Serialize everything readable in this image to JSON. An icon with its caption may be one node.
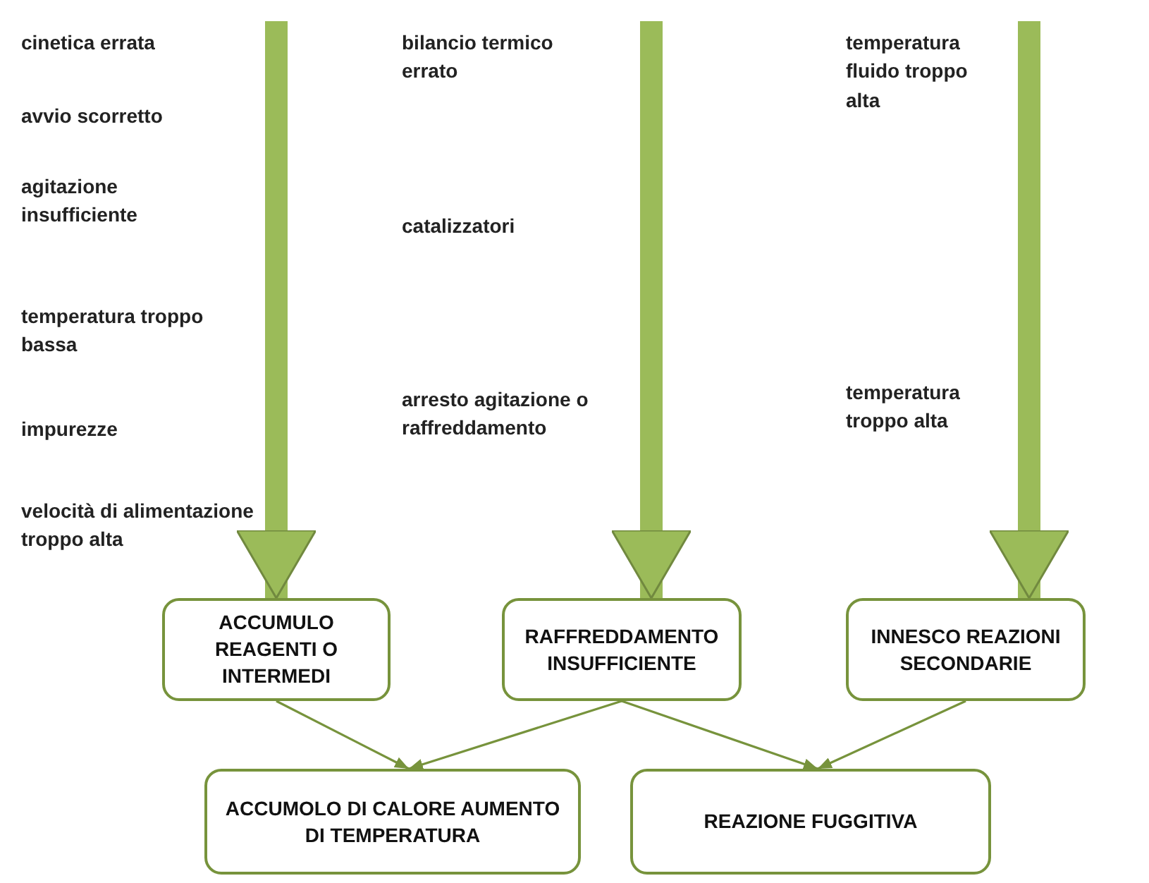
{
  "diagram": {
    "nodes": [
      {
        "text": [
          "ACCUMULO REAGENTI O INTERMEDI"
        ]
      },
      {
        "text": [
          "RAFFREDDAMENTO INSUFFICIENTE"
        ]
      },
      {
        "text": [
          "INNESCO REAZIONI SECONDARIE"
        ]
      },
      {
        "text": [
          "ACCUMOLO DI CALORE AUMENTO DI TEMPERATURA"
        ]
      },
      {
        "text": [
          "REAZIONE FUGGITIVA"
        ]
      }
    ],
    "edges": [
      {
        "from": null,
        "to": 0,
        "arrow": "to",
        "style": "thick",
        "color": "#9bbb59"
      },
      {
        "from": null,
        "to": 1,
        "arrow": "to",
        "style": "thick",
        "color": "#9bbb59"
      },
      {
        "from": null,
        "to": 2,
        "arrow": "to",
        "style": "thick",
        "color": "#9bbb59"
      },
      {
        "from": 0,
        "to": 3,
        "arrow": "to"
      },
      {
        "from": 1,
        "to": 3,
        "arrow": "to"
      },
      {
        "from": 1,
        "to": 4,
        "arrow": "to"
      },
      {
        "from": 2,
        "to": 4,
        "arrow": "to"
      }
    ],
    "labels": [
      "cinetica errata",
      "avvio scorretto",
      "agitazione insufficiente",
      "temperatura troppo bassa",
      "impurezze",
      "velocità di alimentazione troppo alta",
      "bilancio termico errato",
      "catalizzatori",
      "arresto agitazione o raffreddamento",
      "temperatura fluido troppo alta",
      "temperatura troppo alta"
    ]
  }
}
